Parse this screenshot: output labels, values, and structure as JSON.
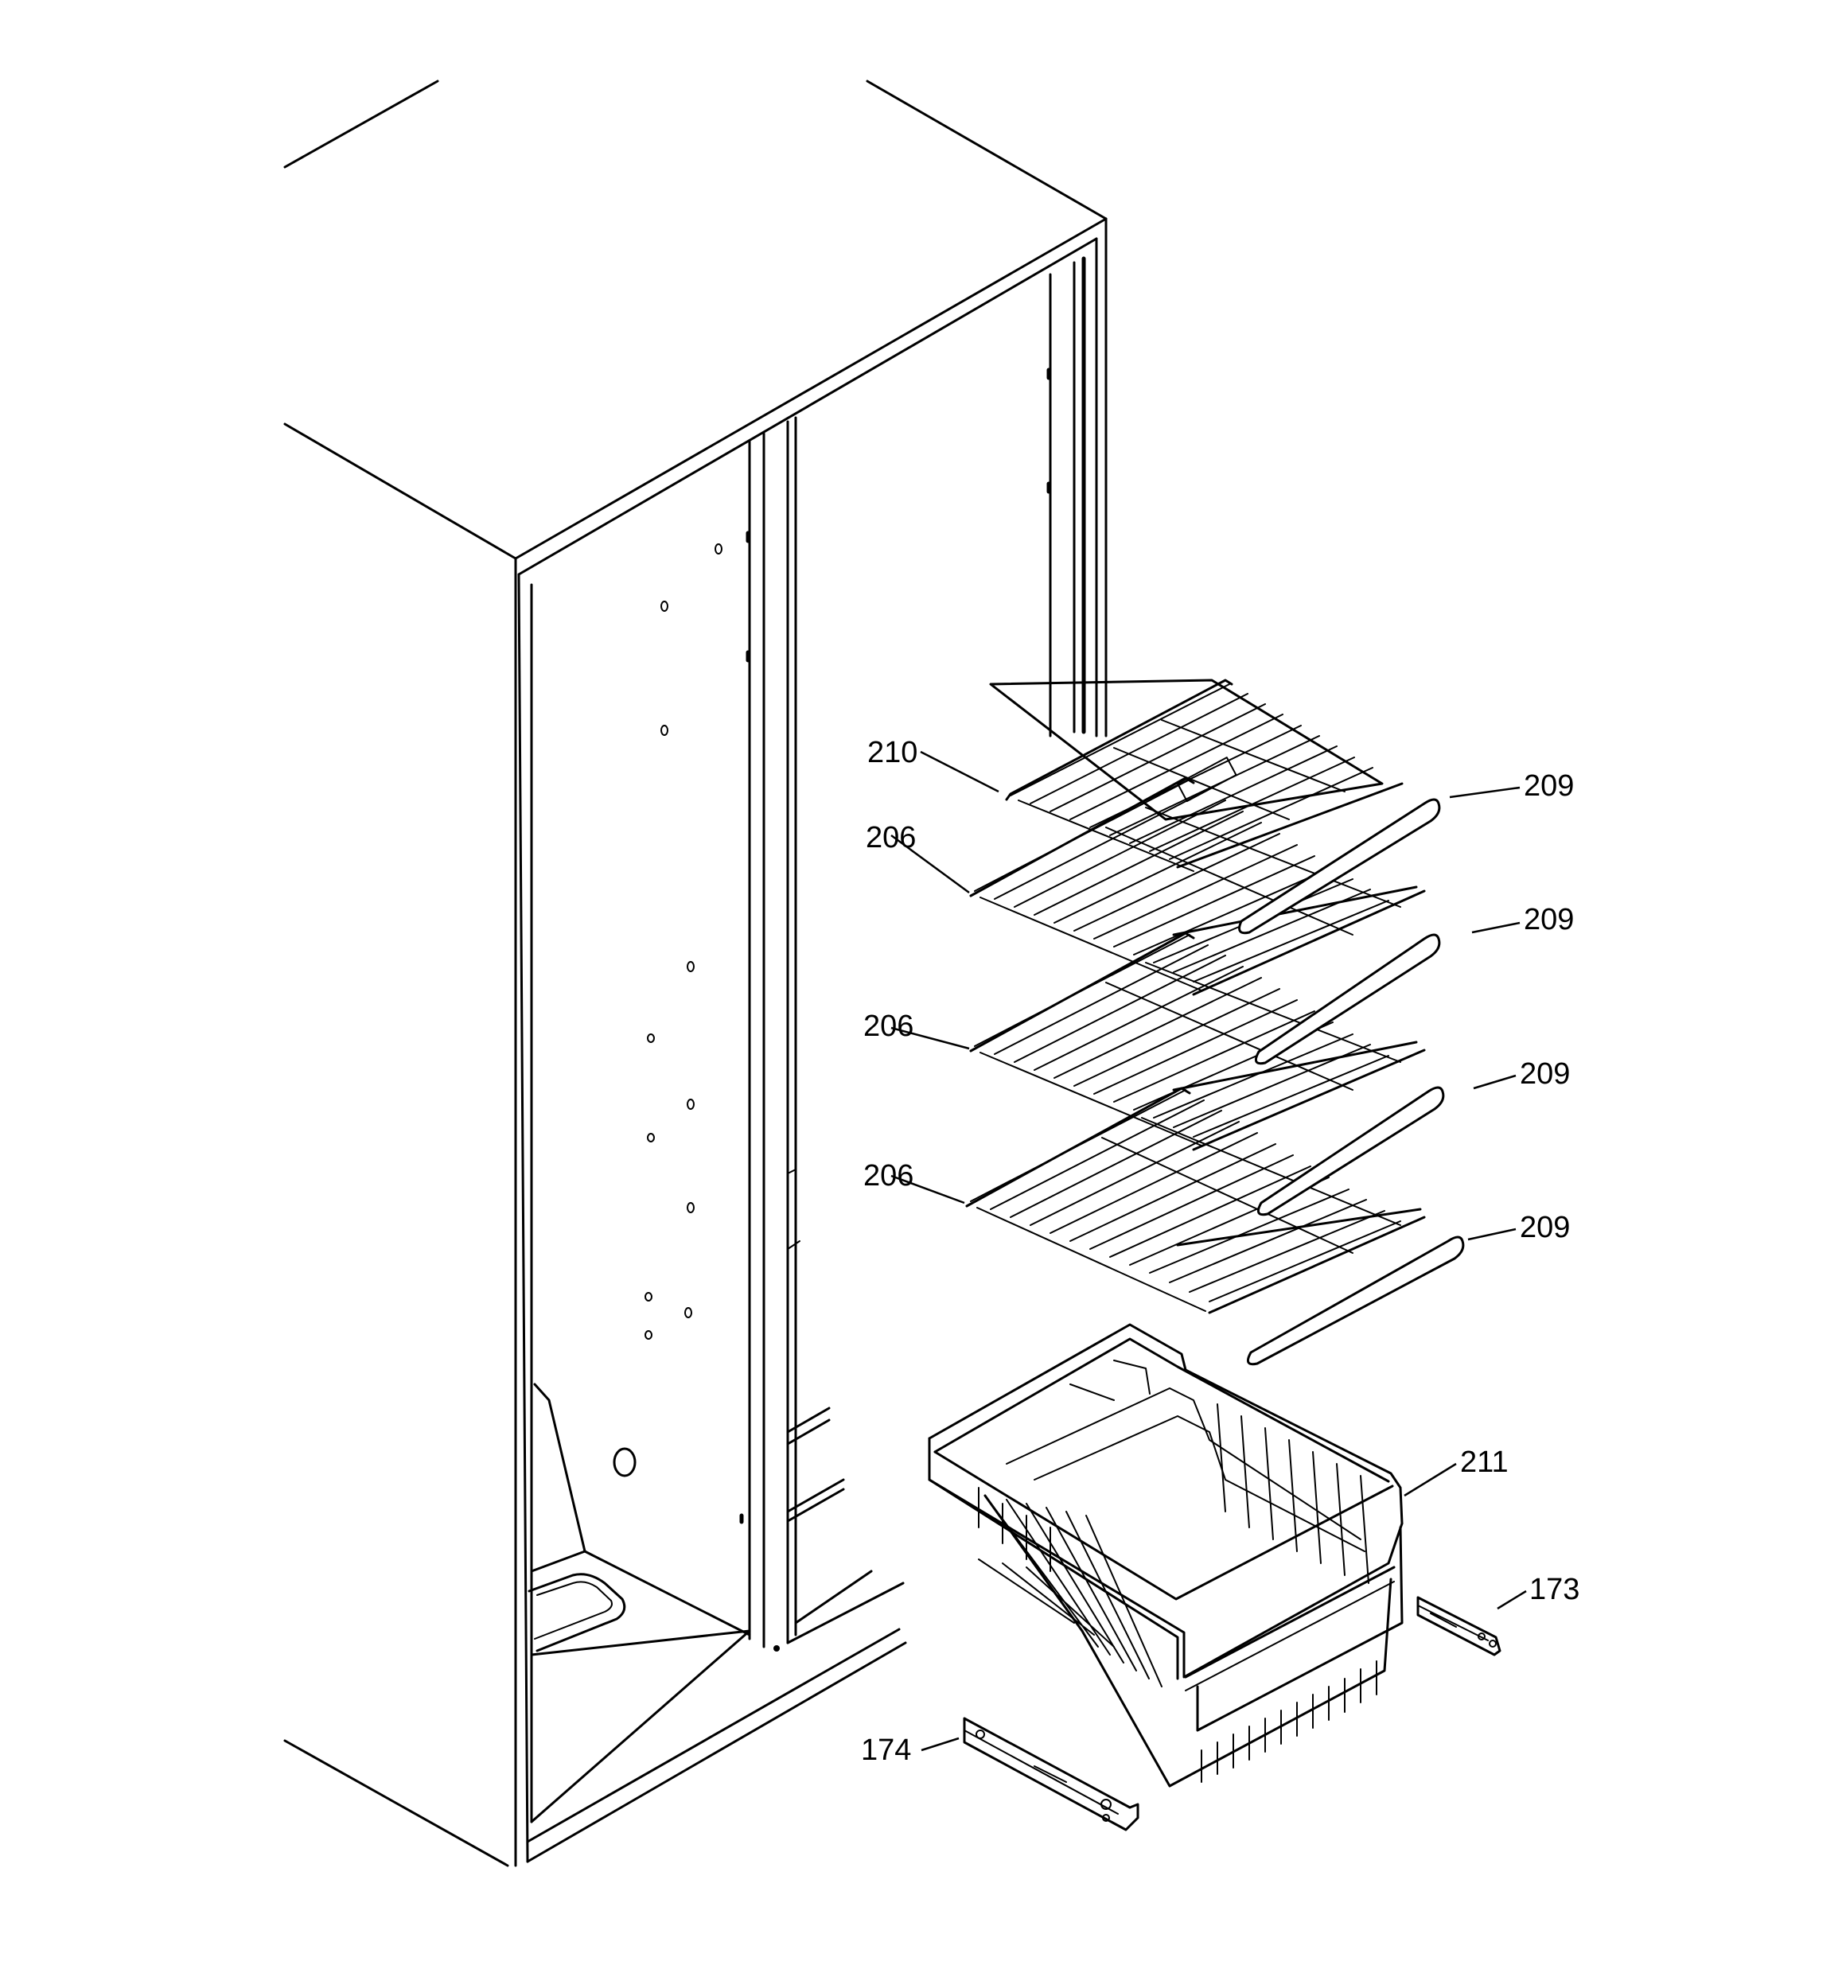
{
  "diagram": {
    "callouts": [
      {
        "id": "label-210",
        "text": "210"
      },
      {
        "id": "label-206-a",
        "text": "206"
      },
      {
        "id": "label-206-b",
        "text": "206"
      },
      {
        "id": "label-206-c",
        "text": "206"
      },
      {
        "id": "label-209-a",
        "text": "209"
      },
      {
        "id": "label-209-b",
        "text": "209"
      },
      {
        "id": "label-209-c",
        "text": "209"
      },
      {
        "id": "label-209-d",
        "text": "209"
      },
      {
        "id": "label-211",
        "text": "211"
      },
      {
        "id": "label-173",
        "text": "173"
      },
      {
        "id": "label-174",
        "text": "174"
      }
    ]
  }
}
